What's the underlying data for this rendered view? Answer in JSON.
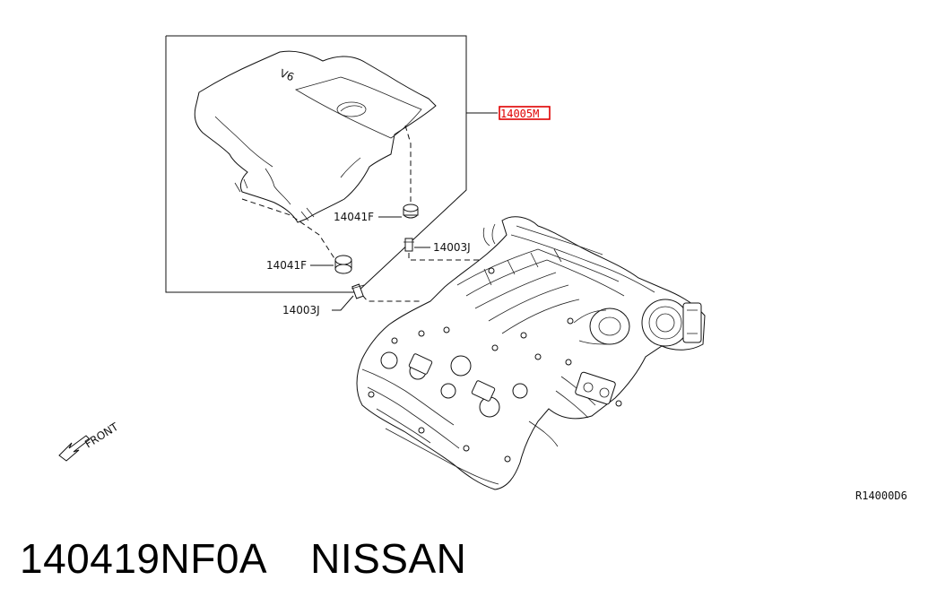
{
  "diagram": {
    "label_14005M": "14005M",
    "label_14041F_upper": "14041F",
    "label_14041F_lower": "14041F",
    "label_14003J_upper": "14003J",
    "label_14003J_lower": "14003J",
    "cover_badge": "V6",
    "front_indicator": "FRONT",
    "reference_code": "R14000D6",
    "highlight_color": "#e00000"
  },
  "caption": {
    "part_number": "140419NF0A",
    "brand": "NISSAN"
  }
}
